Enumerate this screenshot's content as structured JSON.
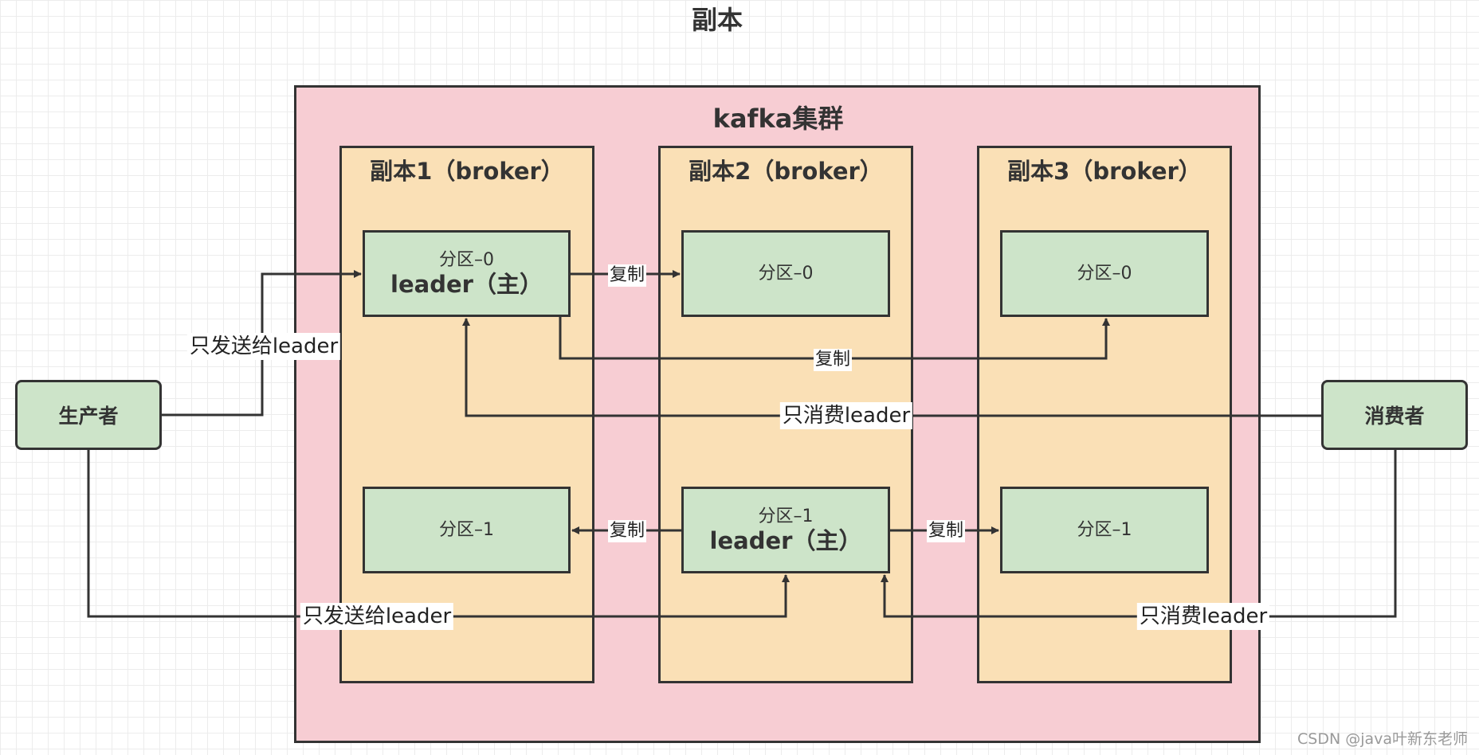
{
  "title": "副本",
  "cluster": {
    "label": "kafka集群"
  },
  "brokers": [
    {
      "label": "副本1（broker）",
      "partitions": [
        {
          "name": "分区–0",
          "role": "leader（主）"
        },
        {
          "name": "分区–1",
          "role": ""
        }
      ]
    },
    {
      "label": "副本2（broker）",
      "partitions": [
        {
          "name": "分区–0",
          "role": ""
        },
        {
          "name": "分区–1",
          "role": "leader（主）"
        }
      ]
    },
    {
      "label": "副本3（broker）",
      "partitions": [
        {
          "name": "分区–0",
          "role": ""
        },
        {
          "name": "分区–1",
          "role": ""
        }
      ]
    }
  ],
  "producer": {
    "label": "生产者"
  },
  "consumer": {
    "label": "消费者"
  },
  "edges": {
    "producer_to_p0": "只发送给leader",
    "producer_to_p1": "只发送给leader",
    "consumer_from_p0": "只消费leader",
    "consumer_from_p1": "只消费leader",
    "replicate": "复制"
  },
  "watermark": "CSDN @java叶新东老师",
  "colors": {
    "cluster": "#f7cdd3",
    "broker": "#fae0b6",
    "partition": "#cde4c9",
    "stroke": "#333333"
  }
}
